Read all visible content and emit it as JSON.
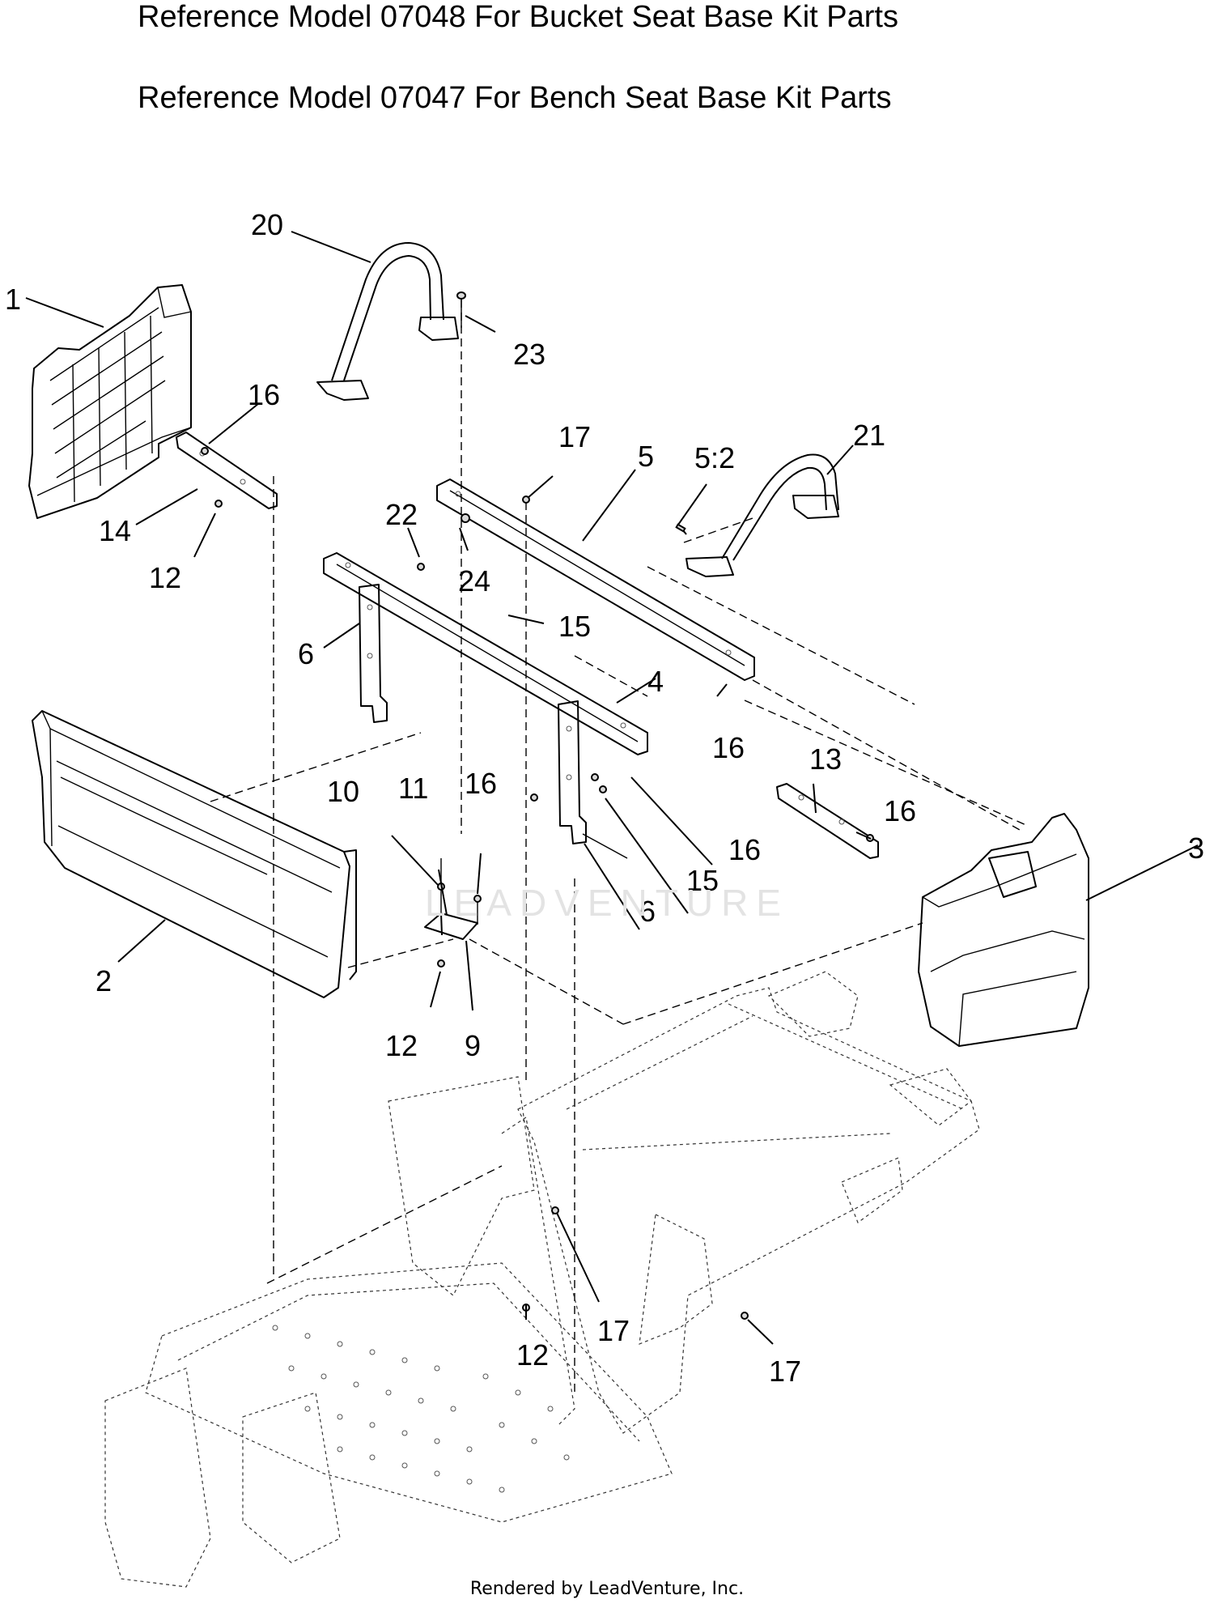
{
  "headings": {
    "line1": "Reference Model 07048 For Bucket Seat Base Kit Parts",
    "line2": "Reference Model 07047 For Bench Seat Base Kit Parts"
  },
  "callouts": [
    {
      "id": "1",
      "label": "1"
    },
    {
      "id": "2",
      "label": "2"
    },
    {
      "id": "3",
      "label": "3"
    },
    {
      "id": "4",
      "label": "4"
    },
    {
      "id": "5",
      "label": "5"
    },
    {
      "id": "5-2",
      "label": "5:2"
    },
    {
      "id": "6a",
      "label": "6"
    },
    {
      "id": "6b",
      "label": "6"
    },
    {
      "id": "9",
      "label": "9"
    },
    {
      "id": "10",
      "label": "10"
    },
    {
      "id": "11",
      "label": "11"
    },
    {
      "id": "12a",
      "label": "12"
    },
    {
      "id": "12b",
      "label": "12"
    },
    {
      "id": "12c",
      "label": "12"
    },
    {
      "id": "13",
      "label": "13"
    },
    {
      "id": "14",
      "label": "14"
    },
    {
      "id": "15a",
      "label": "15"
    },
    {
      "id": "15b",
      "label": "15"
    },
    {
      "id": "16a",
      "label": "16"
    },
    {
      "id": "16b",
      "label": "16"
    },
    {
      "id": "16c",
      "label": "16"
    },
    {
      "id": "16d",
      "label": "16"
    },
    {
      "id": "16e",
      "label": "16"
    },
    {
      "id": "17a",
      "label": "17"
    },
    {
      "id": "17b",
      "label": "17"
    },
    {
      "id": "17c",
      "label": "17"
    },
    {
      "id": "20",
      "label": "20"
    },
    {
      "id": "21",
      "label": "21"
    },
    {
      "id": "22",
      "label": "22"
    },
    {
      "id": "23",
      "label": "23"
    },
    {
      "id": "24",
      "label": "24"
    }
  ],
  "watermark": "LEADVENTURE",
  "footer": "Rendered by LeadVenture, Inc."
}
